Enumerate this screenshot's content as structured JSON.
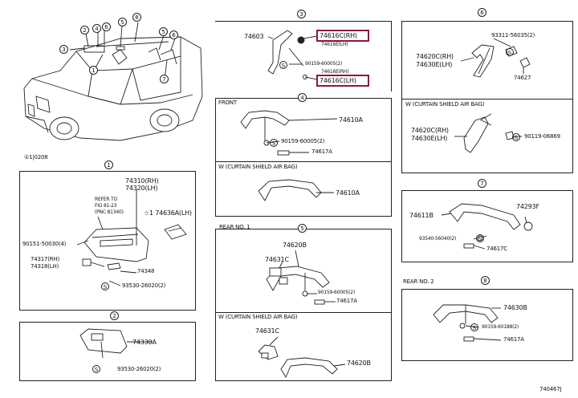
{
  "header": {
    "ref_code": "①1|0208",
    "page_code": "740467J"
  },
  "callouts": {
    "c1": "1",
    "c2": "2",
    "c3": "3",
    "c4": "4",
    "c5": "5",
    "c6": "6",
    "c7": "7",
    "c8": "8",
    "s": "S"
  },
  "section1": {
    "part_rh": "74310(RH)",
    "part_lh": "74320(LH)",
    "refer_line1": "REFER TO",
    "refer_line2": "FIG 81-23",
    "refer_line3": "(PNC 81340)",
    "part_lamp": "☆1 74636A(LH)",
    "screw": "90151-50030(4)",
    "holder_rh": "74317(RH)",
    "holder_lh": "74318(LH)",
    "clip": "74348",
    "screw2": "93530-26020(2)"
  },
  "section2": {
    "part": "74330A",
    "screw": "93530-26020(2)"
  },
  "section3": {
    "grip": "74603",
    "cover_rh": "74616C(RH)",
    "cover_lh": "74616C(LH)",
    "cover_rh_behind": "74616E(LH)",
    "cover_lh_behind": "74616E(RH)",
    "screw": "90159-60005(2)"
  },
  "section4": {
    "label_front": "FRONT",
    "grip": "74610A",
    "screw": "90159-60005(2)",
    "cover": "74617A",
    "label_csa": "W (CURTAIN SHIELD AIR BAG)",
    "grip_csa": "74610A"
  },
  "section5": {
    "label_rear1": "REAR NO. 1",
    "grip": "74620B",
    "bracket": "74631C",
    "screw": "90159-60005(2)",
    "cover": "74617A",
    "label_csa": "W (CURTAIN SHIELD AIR BAG)",
    "bracket_csa": "74631C",
    "grip_csa": "74620B"
  },
  "section6": {
    "screw_top": "93311-56035(2)",
    "grip_rh": "74620C(RH)",
    "grip_lh": "74630E(LH)",
    "cap": "74627",
    "label_csa": "W (CURTAIN SHIELD AIR BAG)",
    "grip_csa_rh": "74620C(RH)",
    "grip_csa_lh": "74630E(LH)",
    "screw_csa": "90119-06869"
  },
  "section7": {
    "grip": "74611B",
    "cap": "74293F",
    "screw": "93540-56040(2)",
    "cover": "74617C"
  },
  "section8": {
    "label_rear2": "REAR NO. 2",
    "grip": "74630B",
    "screw": "90159-60188(2)",
    "cover": "74617A"
  }
}
